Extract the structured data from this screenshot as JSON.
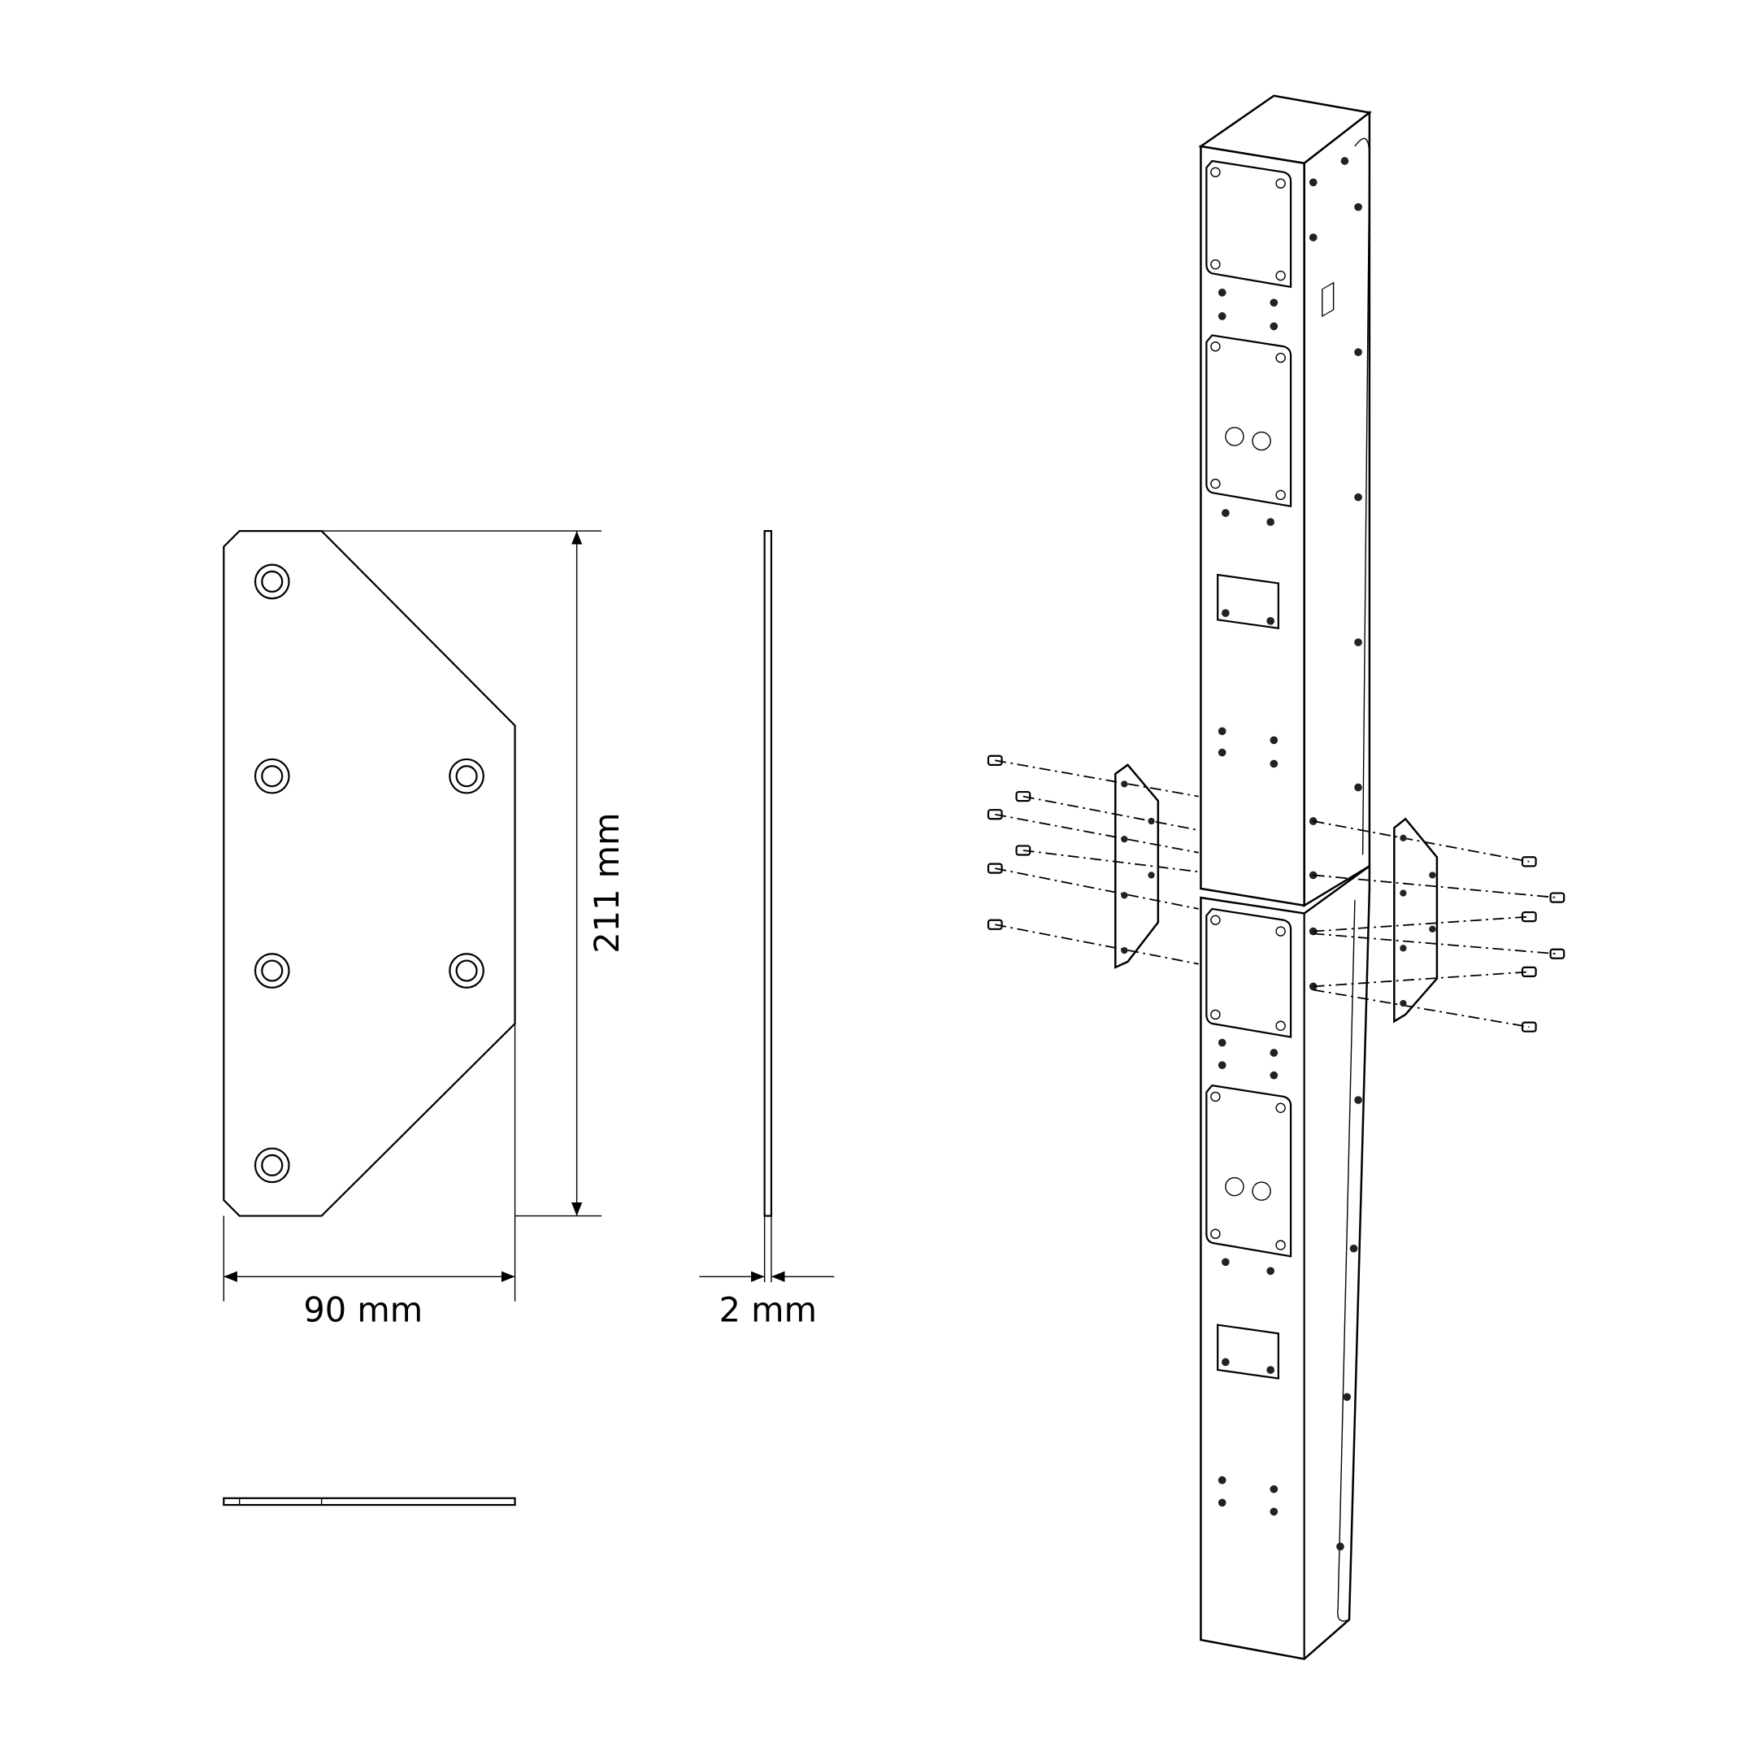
{
  "dimensions": {
    "height_label": "211 mm",
    "width_label": "90 mm",
    "thickness_label": "2 mm"
  },
  "colors": {
    "line": "#000000",
    "background": "#ffffff"
  }
}
